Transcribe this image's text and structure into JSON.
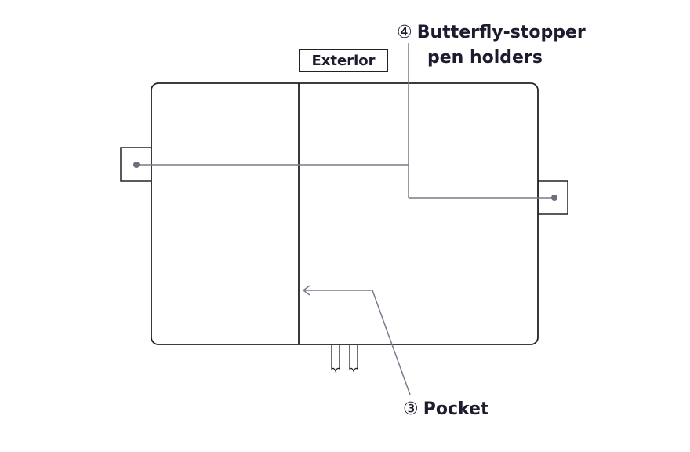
{
  "diagram": {
    "view_label": "Exterior",
    "callouts": [
      {
        "number": "④",
        "line1": "Butterfly-stopper",
        "line2": "pen holders"
      },
      {
        "number": "③",
        "line1": "Pocket"
      }
    ],
    "colors": {
      "outline": "#222222",
      "leader": "#7a7a8c",
      "dot": "#6e6e80",
      "text": "#1c1c2e"
    }
  }
}
